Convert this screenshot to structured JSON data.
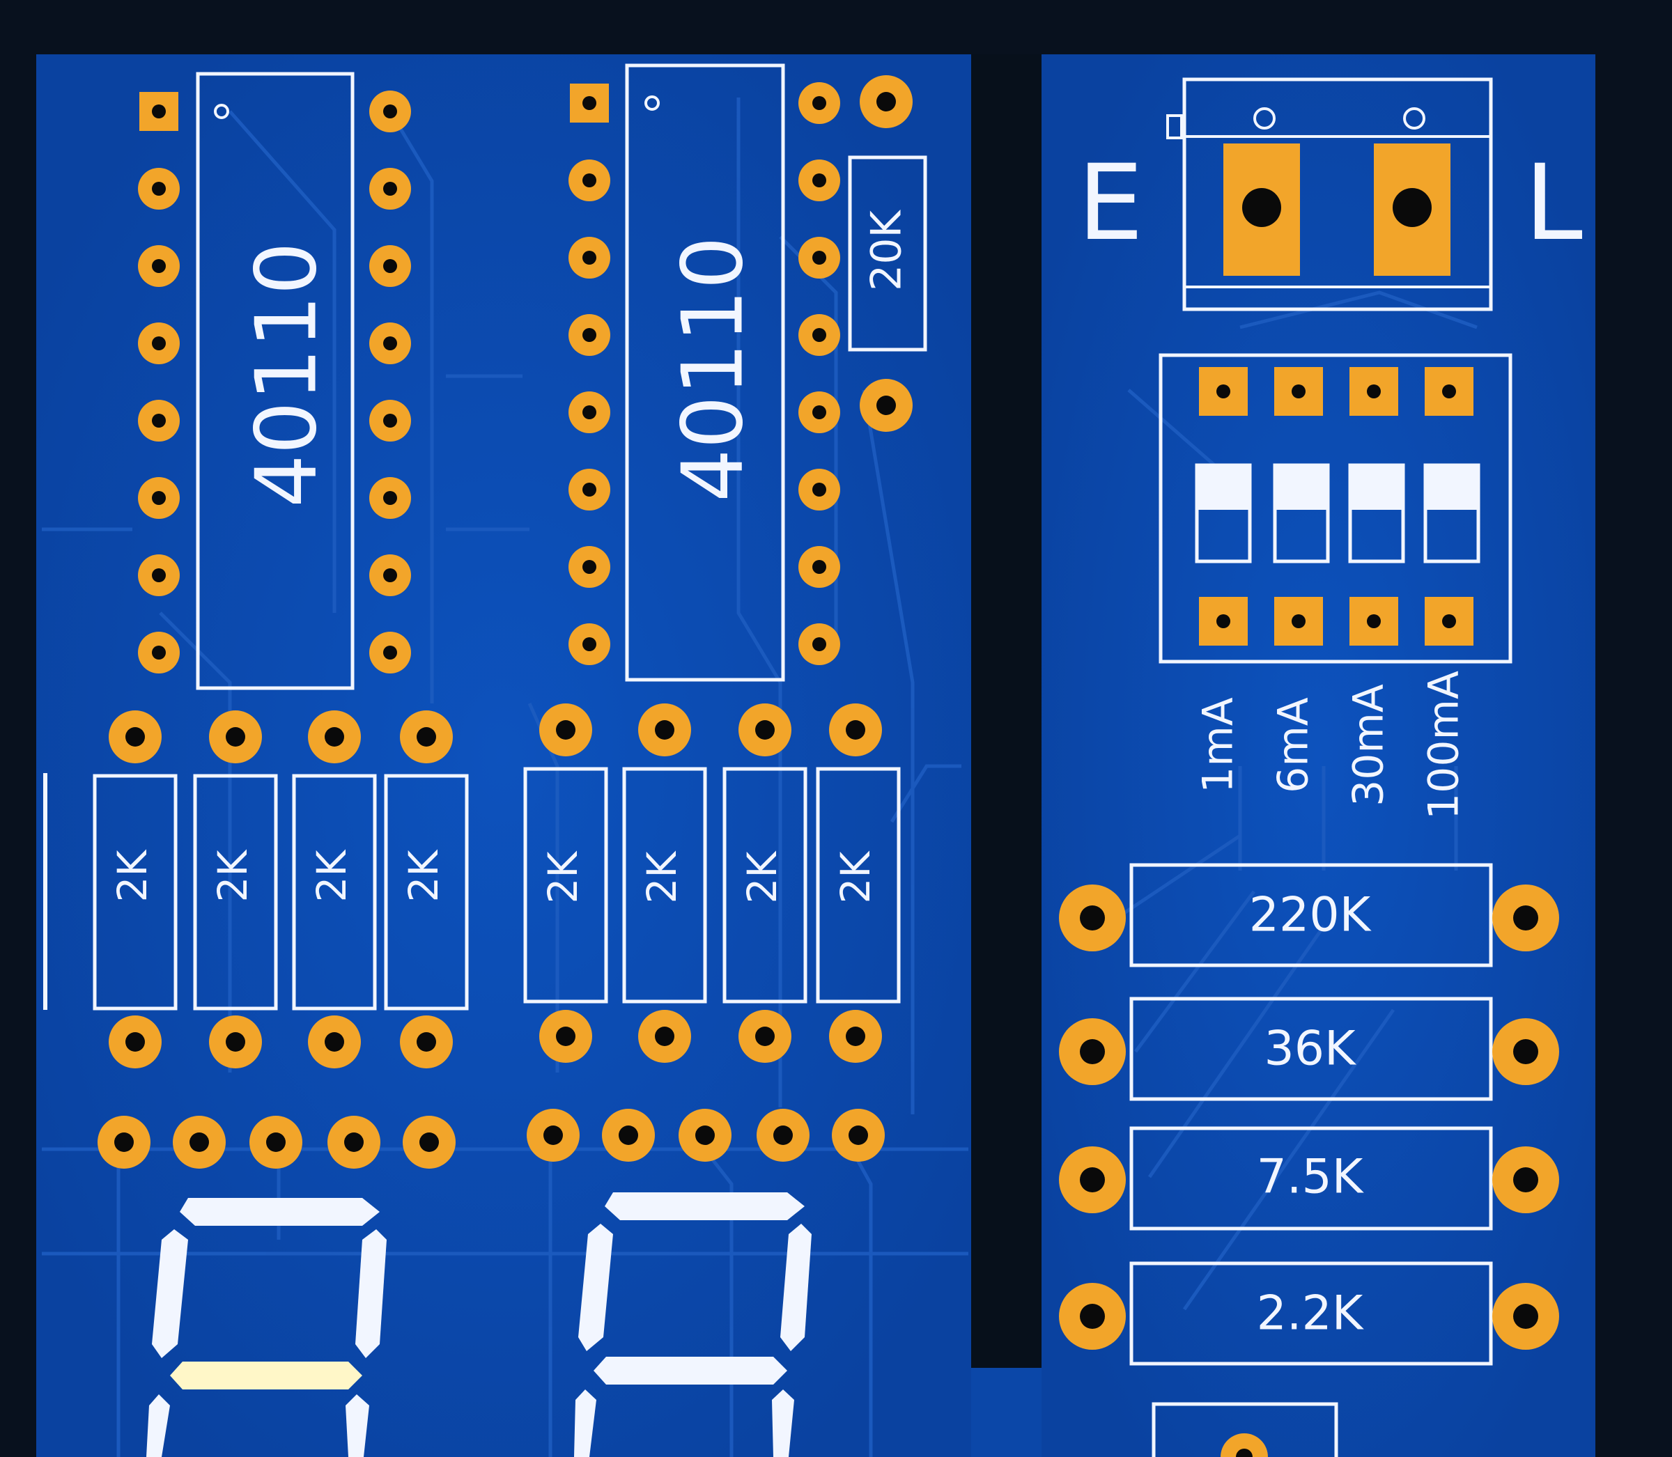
{
  "colors": {
    "background": "#08111e",
    "substrate": "#0b47a8",
    "trace": "#1d5cc0",
    "pad": "#f2a52a",
    "drill": "#0a0a0a",
    "silkscreen": "#f2f6ff"
  },
  "ic_left": {
    "label": "40110"
  },
  "ic_right": {
    "label": "40110"
  },
  "resistor_20k": {
    "label": "20K"
  },
  "resistors_left": [
    "2K",
    "2K",
    "2K",
    "2K"
  ],
  "resistors_right": [
    "2K",
    "2K",
    "2K",
    "2K"
  ],
  "connector": {
    "left_label": "E",
    "right_label": "L"
  },
  "range_labels": [
    "1mA",
    "6mA",
    "30mA",
    "100mA"
  ],
  "range_resistors": [
    "220K",
    "36K",
    "7.5K",
    "2.2K"
  ]
}
